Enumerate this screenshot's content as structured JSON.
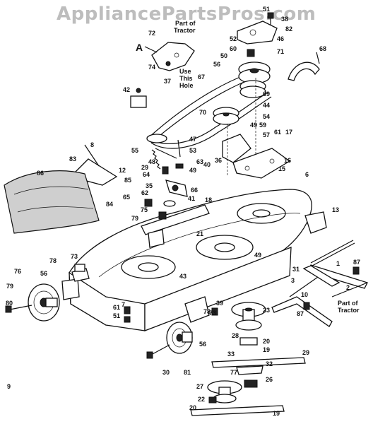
{
  "watermark": "AppliancePartsPros.com",
  "notes": {
    "part_of_tractor_top": [
      "Part of",
      "Tractor"
    ],
    "use_this_hole": [
      "Use",
      "This",
      "Hole"
    ],
    "part_of_tractor_right": [
      "Part of",
      "Tractor"
    ],
    "marker_a_left": "A",
    "marker_a_right": "A"
  },
  "callouts": [
    "51",
    "38",
    "82",
    "46",
    "52",
    "60",
    "71",
    "68",
    "72",
    "74",
    "50",
    "56",
    "37",
    "67",
    "42",
    "69",
    "44",
    "70",
    "54",
    "59",
    "49",
    "57",
    "61",
    "17",
    "55",
    "47",
    "53",
    "63",
    "36",
    "16",
    "40",
    "15",
    "8",
    "83",
    "12",
    "86",
    "48",
    "29",
    "49",
    "64",
    "66",
    "35",
    "85",
    "84",
    "62",
    "65",
    "41",
    "75",
    "79",
    "18",
    "6",
    "13",
    "21",
    "49",
    "78",
    "73",
    "76",
    "56",
    "43",
    "87",
    "1",
    "2",
    "10",
    "79",
    "80",
    "7",
    "39",
    "61",
    "51",
    "87",
    "73",
    "78",
    "23",
    "28",
    "20",
    "19",
    "56",
    "33",
    "29",
    "32",
    "30",
    "81",
    "77",
    "26",
    "27",
    "22",
    "20",
    "19",
    "31",
    "3",
    "9"
  ]
}
